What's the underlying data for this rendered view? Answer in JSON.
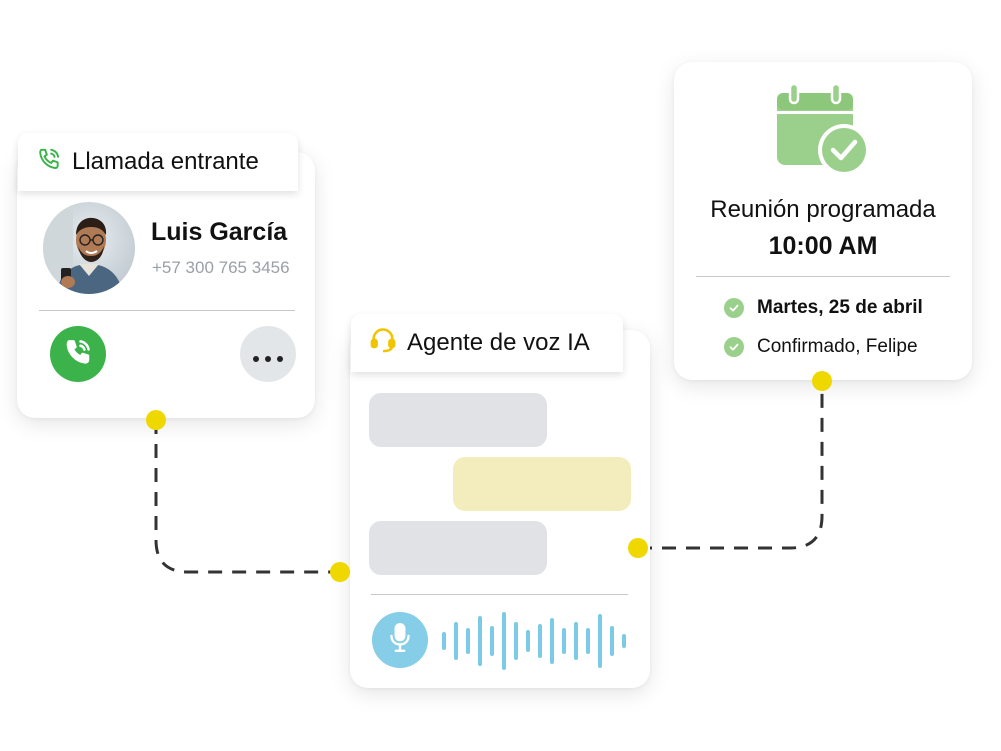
{
  "incoming_call": {
    "title": "Llamada entrante",
    "caller_name": "Luis García",
    "caller_phone": "+57 300 765 3456",
    "icons": {
      "header": "phone-ringing-icon",
      "answer": "phone-icon",
      "more": "more-dots-icon"
    }
  },
  "voice_agent": {
    "title": "Agente de voz IA",
    "icons": {
      "header": "headset-icon",
      "mic": "microphone-icon"
    }
  },
  "meeting": {
    "icon": "calendar-check-icon",
    "title": "Reunión programada",
    "time": "10:00 AM",
    "details": [
      {
        "text": "Martes, 25 de abril",
        "icon": "check-icon"
      },
      {
        "text": "Confirmado, Felipe",
        "icon": "check-icon"
      }
    ]
  },
  "colors": {
    "answer_green": "#3cb34a",
    "connector_dot": "#efd800",
    "mic_blue": "#86cde8",
    "waveform_blue": "#7ccbe6",
    "calendar_green": "#9bd08c",
    "agent_bubble": "#e1e2e6",
    "user_bubble": "#f3edbd",
    "headset_yellow": "#f0c400"
  }
}
